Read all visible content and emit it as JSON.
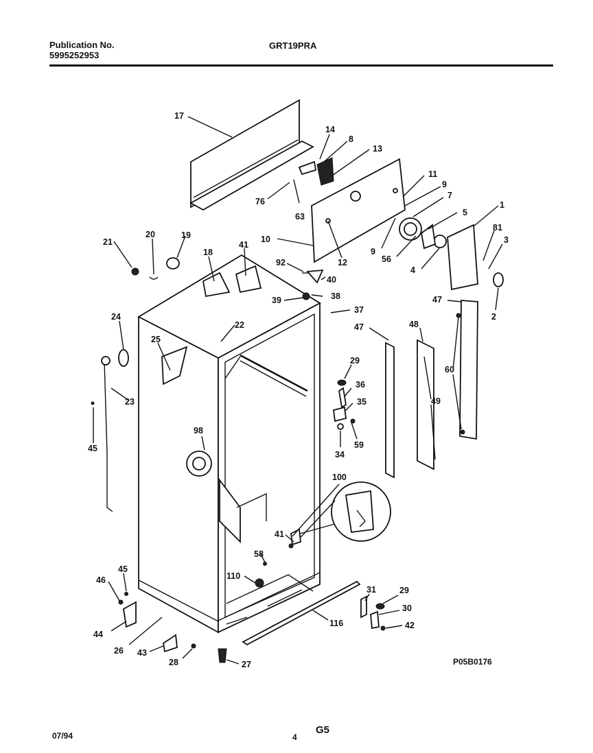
{
  "header": {
    "publication_label": "Publication No.",
    "publication_number": "5995252953",
    "model": "GRT19PRA"
  },
  "figure_code": "P05B0176",
  "footer": {
    "date": "07/94",
    "page": "4",
    "section": "G5"
  },
  "callouts": [
    "17",
    "14",
    "8",
    "13",
    "76",
    "63",
    "11",
    "9",
    "7",
    "5",
    "1",
    "81",
    "3",
    "10",
    "12",
    "9",
    "56",
    "4",
    "2",
    "21",
    "20",
    "19",
    "18",
    "41",
    "92",
    "40",
    "38",
    "39",
    "37",
    "47",
    "47",
    "48",
    "49",
    "60",
    "24",
    "25",
    "22",
    "23",
    "29",
    "36",
    "35",
    "59",
    "34",
    "45",
    "98",
    "100",
    "41",
    "58",
    "110",
    "46",
    "45",
    "44",
    "26",
    "43",
    "28",
    "27",
    "116",
    "31",
    "29",
    "30",
    "42"
  ]
}
